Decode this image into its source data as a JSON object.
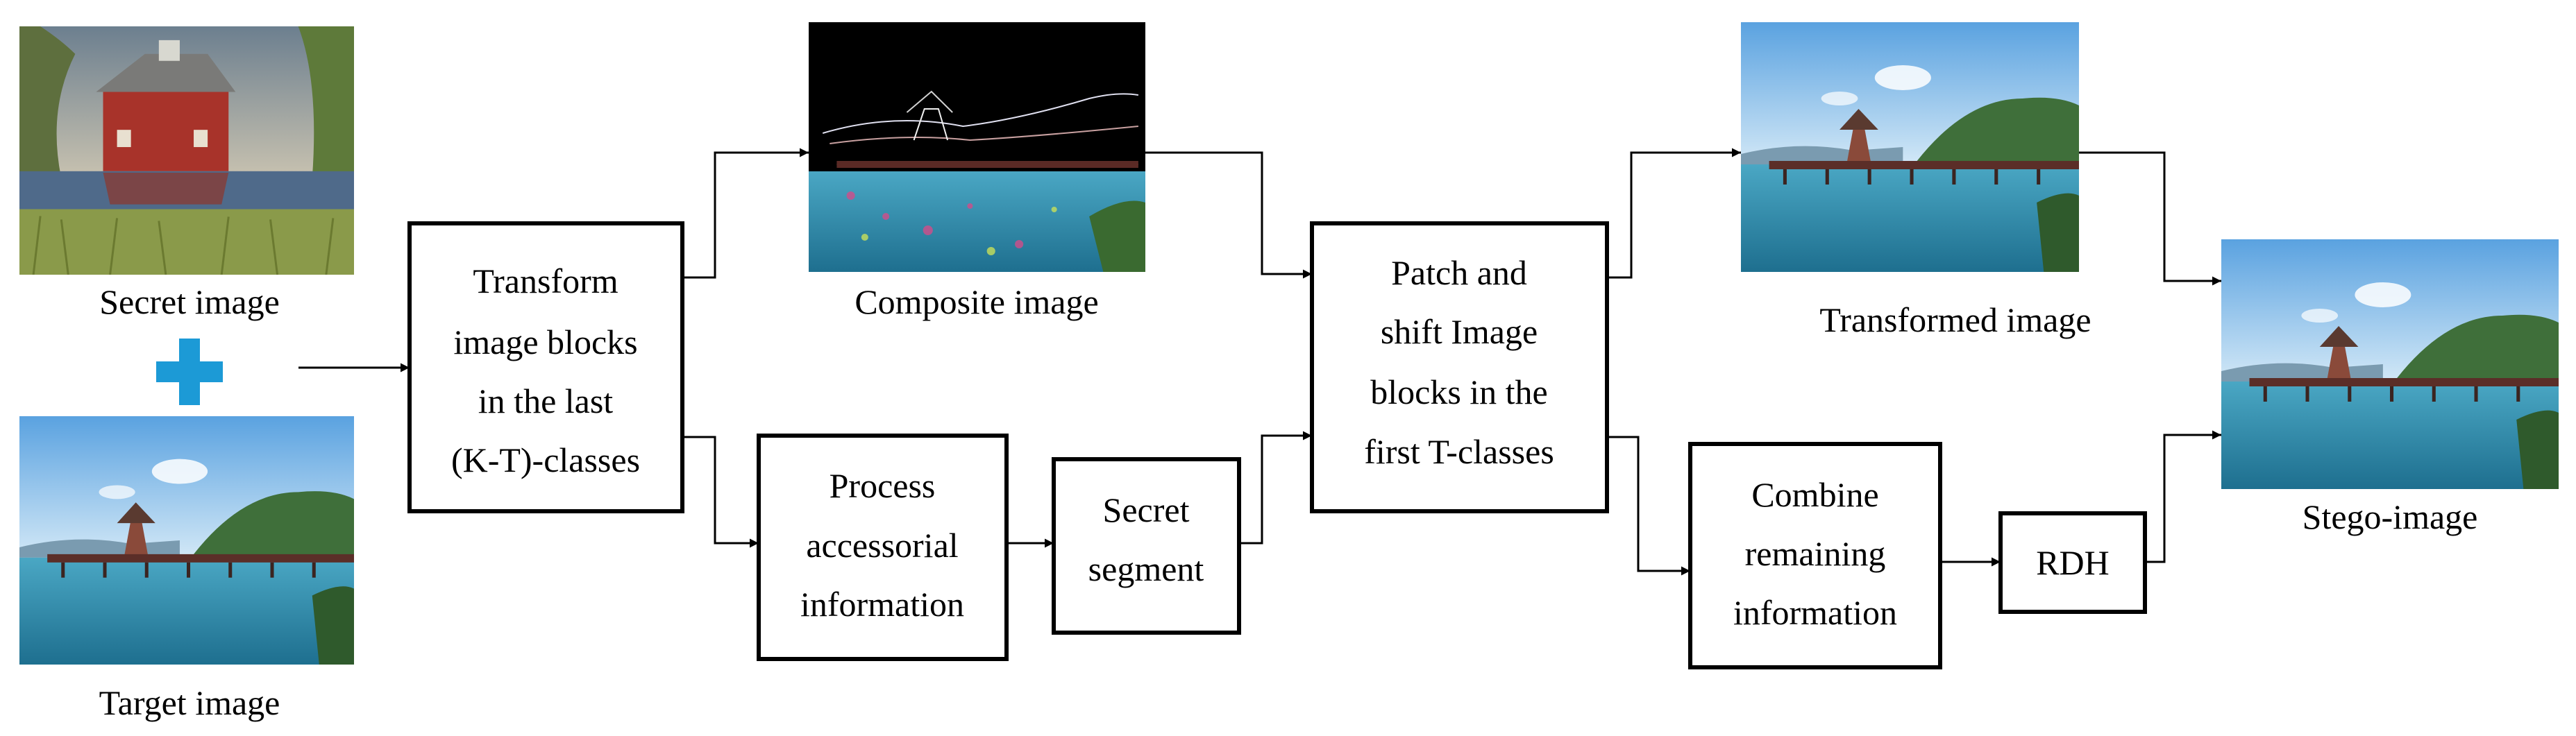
{
  "images": {
    "secret": {
      "caption": "Secret image"
    },
    "target": {
      "caption": "Target image"
    },
    "composite": {
      "caption": "Composite image"
    },
    "transformed": {
      "caption": "Transformed image"
    },
    "stego": {
      "caption": "Stego-image"
    }
  },
  "boxes": {
    "transform": {
      "lines": [
        "Transform",
        "image blocks",
        "in the last",
        "(K-T)-classes"
      ]
    },
    "process": {
      "lines": [
        "Process",
        "accessorial",
        "information"
      ]
    },
    "secret_segment": {
      "lines": [
        "Secret",
        "segment"
      ]
    },
    "patch": {
      "lines": [
        "Patch and",
        "shift Image",
        "blocks in the",
        "first T-classes"
      ]
    },
    "combine": {
      "lines": [
        "Combine",
        "remaining",
        "information"
      ]
    },
    "rdh": {
      "lines": [
        "RDH"
      ]
    }
  },
  "icons": {
    "plus": "plus-icon"
  },
  "colors": {
    "plus": "#1c9ad6",
    "sky": "#8ec4ea",
    "water": "#2a8fb0",
    "barn": "#a8332a",
    "hill": "#3f6f3a"
  }
}
